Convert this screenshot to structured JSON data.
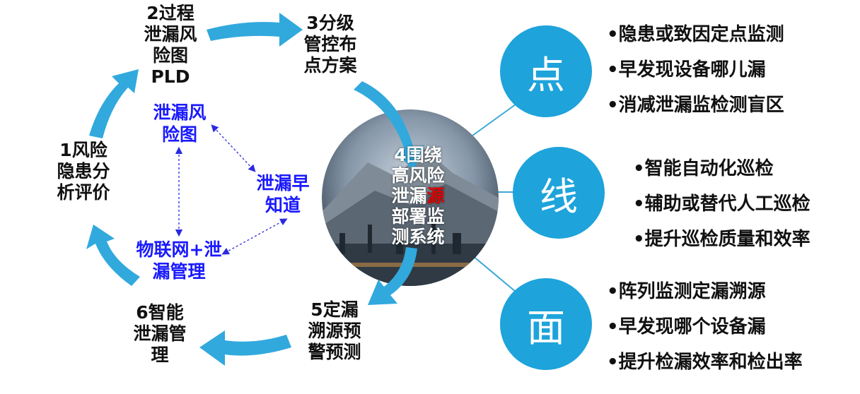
{
  "cycle": {
    "stage1": "1风险隐患分析评价",
    "stage2": "2过程泄漏风险图PLD",
    "stage3": "3分级管控布点方案",
    "stage4_before": "4围绕高风险泄漏",
    "stage4_highlight": "源",
    "stage4_after": "部署监测系统",
    "stage5": "5定漏溯源预警预测",
    "stage6": "6智能泄漏管理"
  },
  "inner": {
    "risk_map": "泄漏风险图",
    "early_know": "泄漏早知道",
    "iot": "物联网+泄漏管理"
  },
  "branches": [
    {
      "title": "点",
      "items": [
        "•隐患或致因定点监测",
        "•早发现设备哪儿漏",
        "•消减泄漏监检测盲区"
      ]
    },
    {
      "title": "线",
      "items": [
        "•智能自动化巡检",
        "•辅助或替代人工巡检",
        "•提升巡检质量和效率"
      ]
    },
    {
      "title": "面",
      "items": [
        "•阵列监测定漏溯源",
        "•早发现哪个设备漏",
        "•提升检漏效率和检出率"
      ]
    }
  ],
  "colors": {
    "accent": "#1ea3db",
    "arrow": "#31a9dd",
    "inner_text": "#1a1aff",
    "highlight": "#e00000"
  }
}
